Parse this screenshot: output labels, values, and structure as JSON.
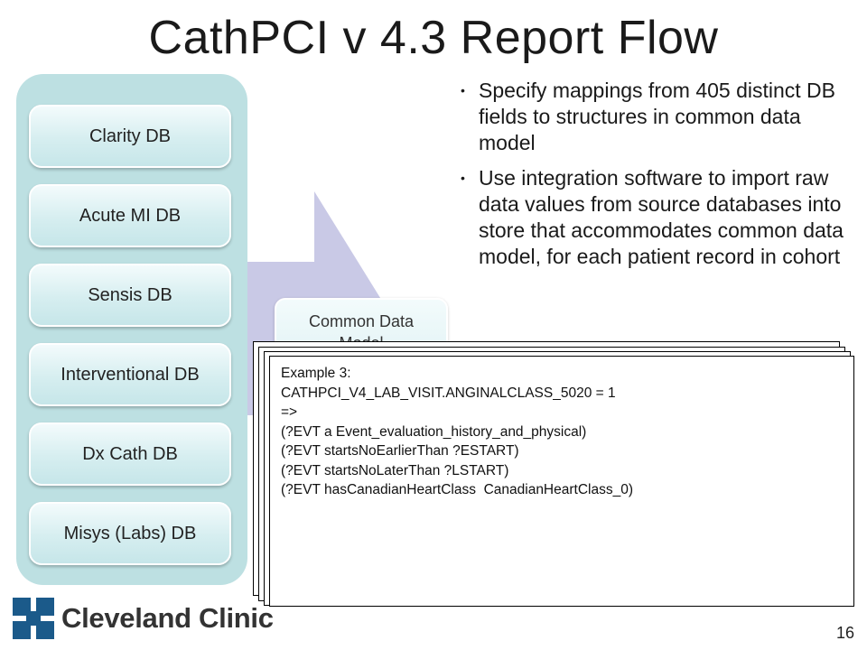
{
  "title": "CathPCI v 4.3 Report Flow",
  "databases": [
    {
      "label": "Clarity DB"
    },
    {
      "label": "Acute MI DB"
    },
    {
      "label": "Sensis DB"
    },
    {
      "label": "Interventional DB"
    },
    {
      "label": "Dx Cath DB"
    },
    {
      "label": "Misys (Labs) DB"
    }
  ],
  "common_data_model": {
    "label_line1": "Common Data",
    "label_line2": "Model"
  },
  "bullets": [
    {
      "text": "Specify mappings from 405 distinct DB fields to structures in common data model"
    },
    {
      "text": "Use integration software to import raw data values from source databases into store that accommodates common data model, for each patient record in cohort"
    }
  ],
  "example": {
    "lines": [
      "Example 3:",
      "",
      "CATHPCI_V4_LAB_VISIT.ANGINALCLASS_5020 = 1",
      "=>",
      "(?EVT a Event_evaluation_history_and_physical)",
      "(?EVT startsNoEarlierThan ?ESTART)",
      "(?EVT startsNoLaterThan ?LSTART)",
      "(?EVT hasCanadianHeartClass  CanadianHeartClass_0)"
    ]
  },
  "logo": {
    "text": "Cleveland Clinic",
    "icon": "cleveland-clinic-logo-icon",
    "color": "#1b5a8a"
  },
  "page_number": "16",
  "colors": {
    "panel": "#bde0e2",
    "arrow": "#c9c9e6",
    "logo_blue": "#1b5a8a"
  }
}
